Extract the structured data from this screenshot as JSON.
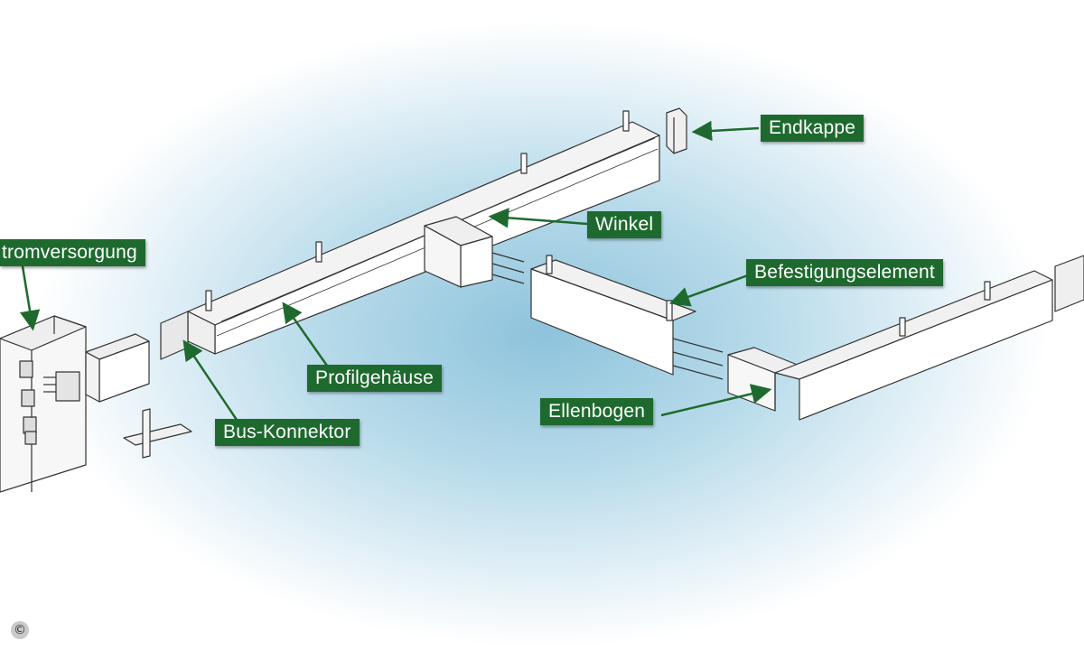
{
  "labels": {
    "endkappe": "Endkappe",
    "winkel": "Winkel",
    "stromversorgung": "tromversorgung",
    "befestigungselement": "Befestigungselement",
    "profilgehaeuse": "Profilgehäuse",
    "ellenbogen": "Ellenbogen",
    "bus_konnektor": "Bus-Konnektor"
  },
  "copyright_symbol": "©",
  "colors": {
    "label_bg": "#1e6a2e",
    "label_text": "#ffffff",
    "arrow": "#1e6a2e",
    "backdrop_center": "#9ccbe0",
    "line_art": "#333333"
  }
}
